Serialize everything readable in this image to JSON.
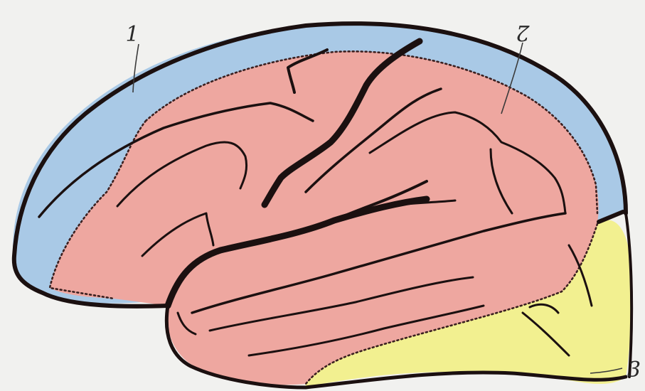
{
  "labels": {
    "one": "1",
    "two": "2",
    "three": "3"
  },
  "colors": {
    "background": "#f1f1ef",
    "region_1": "#a9c9e6",
    "region_2": "#eea7a0",
    "region_3": "#f2f090",
    "outline": "#1b1010"
  }
}
